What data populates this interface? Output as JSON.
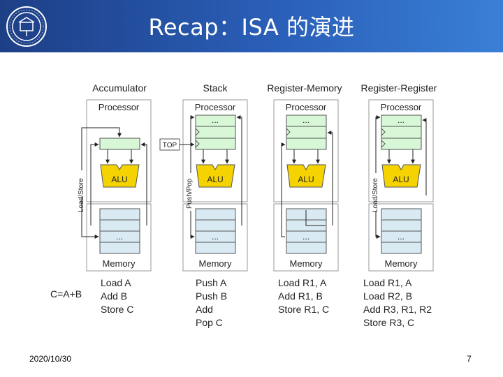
{
  "slide": {
    "title": "Recap：ISA 的演进",
    "date": "2020/10/30",
    "page_number": "7",
    "colors": {
      "header_start": "#1d3f86",
      "header_end": "#3a7fd6",
      "register": "#d7f7d7",
      "memory": "#d9eaf3",
      "alu": "#f5d300"
    }
  },
  "diagram": {
    "columns": [
      {
        "header": "Accumulator",
        "side_label": "Load/Store",
        "code": [
          "Load A",
          "Add B",
          "Store C"
        ]
      },
      {
        "header": "Stack",
        "side_label": "Push/Pop",
        "code": [
          "Push A",
          "Push B",
          "Add",
          "Pop C"
        ]
      },
      {
        "header": "Register-Memory",
        "side_label": "",
        "code": [
          "Load R1, A",
          "Add R1, B",
          "Store R1, C"
        ]
      },
      {
        "header": "Register-Register",
        "side_label": "Load/Store",
        "code": [
          "Load R1, A",
          "Load R2, B",
          "Add R3, R1, R2",
          "Store R3, C"
        ]
      }
    ],
    "processor_label": "Processor",
    "memory_label": "Memory",
    "alu_label": "ALU",
    "top_label": "TOP",
    "ellipsis": "...",
    "expression": "C=A+B"
  }
}
